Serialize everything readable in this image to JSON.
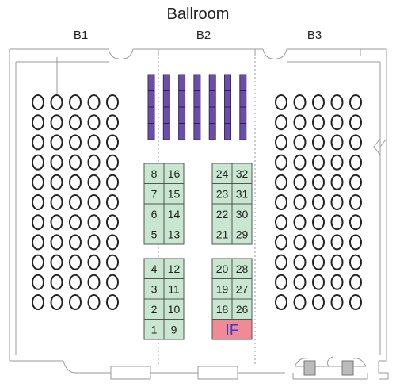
{
  "floorplan": {
    "title": "Ballroom",
    "sections": [
      "B1",
      "B2",
      "B3"
    ],
    "colors": {
      "wall": "#999999",
      "seat": "#222222",
      "stage": "#6b4ea8",
      "table_fill": "#c9e6d1",
      "table_stroke": "#555555",
      "special_fill": "#f08a94",
      "special_text": "#3b3bd6"
    },
    "seating": {
      "left_rows": 11,
      "left_cols": 5,
      "right_rows": 11,
      "right_cols": 5
    },
    "stage_bars": 7,
    "table_blocks": [
      {
        "id": "block-top-left",
        "rows": [
          [
            "8",
            "16"
          ],
          [
            "7",
            "15"
          ],
          [
            "6",
            "14"
          ],
          [
            "5",
            "13"
          ]
        ]
      },
      {
        "id": "block-top-right",
        "rows": [
          [
            "24",
            "32"
          ],
          [
            "23",
            "31"
          ],
          [
            "22",
            "30"
          ],
          [
            "21",
            "29"
          ]
        ]
      },
      {
        "id": "block-bottom-left",
        "rows": [
          [
            "4",
            "12"
          ],
          [
            "3",
            "11"
          ],
          [
            "2",
            "10"
          ],
          [
            "1",
            "9"
          ]
        ]
      },
      {
        "id": "block-bottom-right",
        "rows": [
          [
            "20",
            "28"
          ],
          [
            "19",
            "27"
          ],
          [
            "18",
            "26"
          ]
        ]
      }
    ],
    "special_booth": "IF"
  }
}
